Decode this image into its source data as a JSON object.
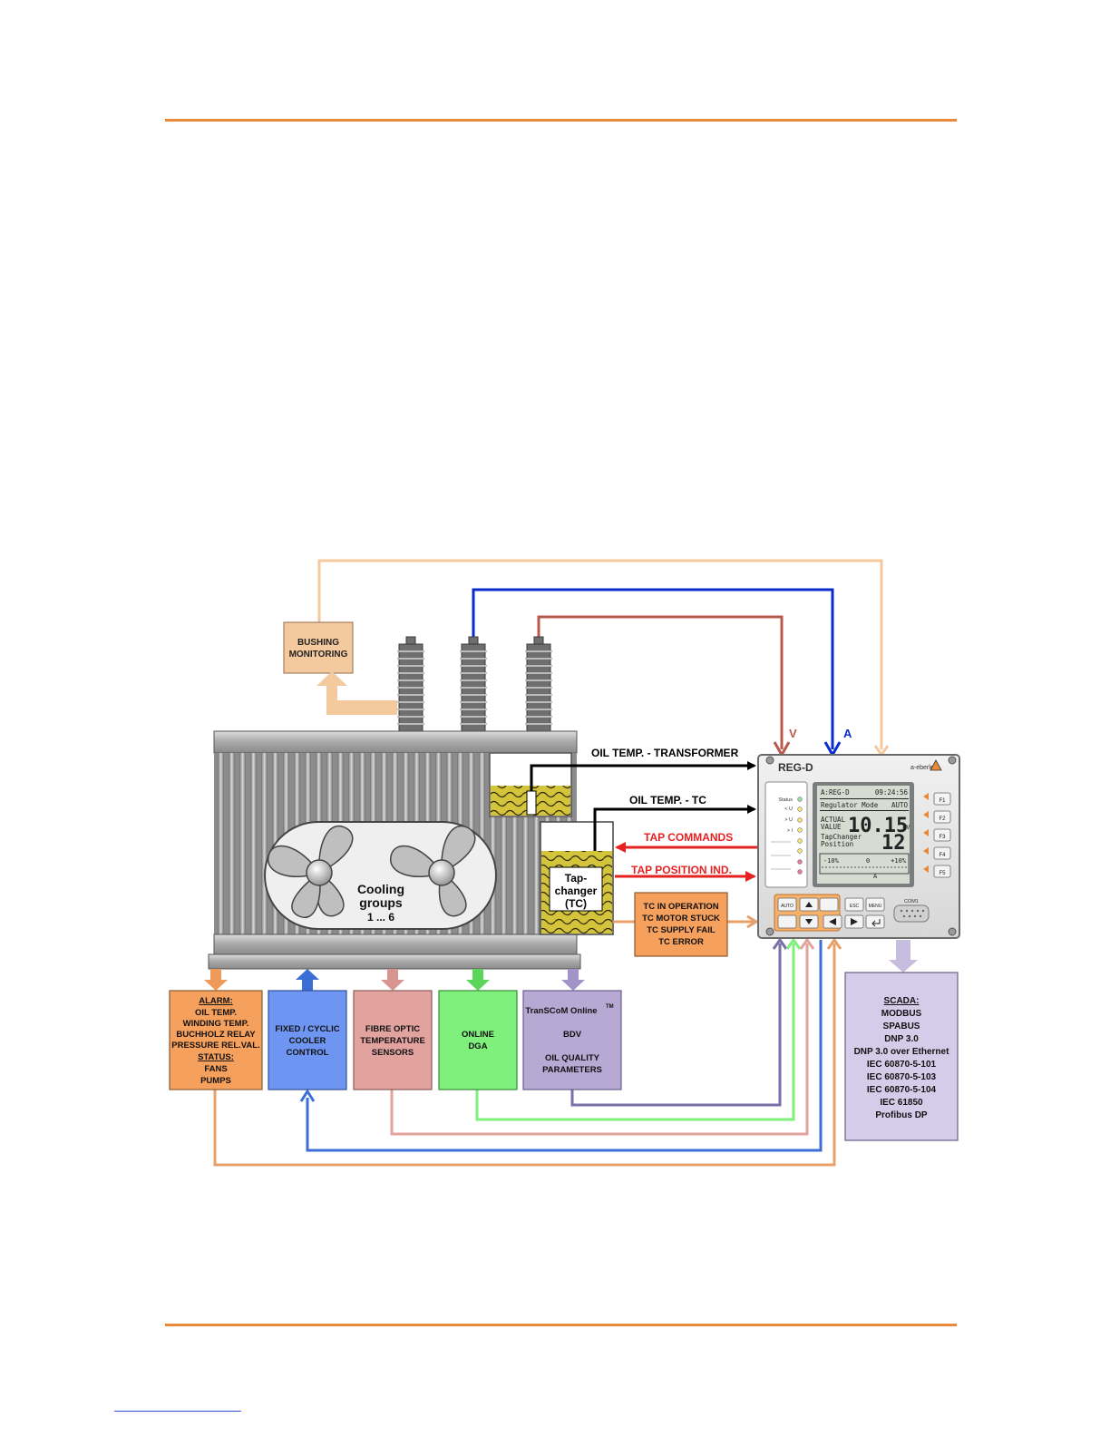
{
  "diagram": {
    "bushing": {
      "line1": "BUSHING",
      "line2": "MONITORING"
    },
    "signals": {
      "oil_temp_transformer": "OIL TEMP. - TRANSFORMER",
      "oil_temp_tc": "OIL TEMP. - TC",
      "tap_commands": "TAP COMMANDS",
      "tap_position": "TAP POSITION IND.",
      "v": "V",
      "a": "A"
    },
    "cooling": {
      "line1": "Cooling",
      "line2": "groups",
      "line3": "1 ... 6"
    },
    "tapchanger": {
      "line1": "Tap-",
      "line2": "changer",
      "line3": "(TC)"
    },
    "tc_status": [
      "TC IN OPERATION",
      "TC MOTOR STUCK",
      "TC SUPPLY FAIL",
      "TC ERROR"
    ],
    "device": {
      "name": "REG-D",
      "brand": "a-eberle",
      "status_labels": [
        "Status",
        "< U",
        "> U",
        "> I"
      ],
      "lcd": {
        "line1_left": "A:REG-D",
        "line1_right": "09:24:56",
        "line2_left": "Regulator Mode",
        "line2_right": "AUTO",
        "actual1": "ACTUAL",
        "actual2": "VALUE",
        "big_value": "10.15",
        "unit": "kV",
        "tc1": "TapChanger",
        "tc2": "Position",
        "position": "12",
        "scale_left": "-10%",
        "scale_mid": "0",
        "scale_right": "+10%",
        "scale_unit": "A"
      },
      "fkeys": [
        "F1",
        "F2",
        "F3",
        "F4",
        "F5"
      ],
      "buttons": {
        "auto": "AUTO",
        "esc": "ESC",
        "menu": "MENU",
        "com": "COM1"
      }
    },
    "boxes": {
      "alarm": {
        "heading": "ALARM:",
        "lines": [
          "OIL TEMP.",
          "WINDING TEMP.",
          "BUCHHOLZ RELAY",
          "PRESSURE REL.VAL."
        ],
        "status_heading": "STATUS:",
        "status_lines": [
          "FANS",
          "PUMPS"
        ]
      },
      "cooler": [
        "FIXED / CYCLIC",
        "COOLER",
        "CONTROL"
      ],
      "fibre": [
        "FIBRE OPTIC",
        "TEMPERATURE",
        "SENSORS"
      ],
      "dga": [
        "ONLINE",
        "DGA"
      ],
      "transcom": {
        "title": "TranSCoM Online",
        "tm": "TM",
        "lines": [
          "BDV",
          "OIL QUALITY",
          "PARAMETERS"
        ]
      },
      "scada": {
        "heading": "SCADA:",
        "lines": [
          "MODBUS",
          "SPABUS",
          "DNP 3.0",
          "DNP 3.0 over Ethernet",
          "IEC 60870-5-101",
          "IEC 60870-5-103",
          "IEC 60870-5-104",
          "IEC 61850",
          "Profibus DP"
        ]
      }
    },
    "colors": {
      "accent_rule": "#e8893a",
      "bushing_box": "#f5c99e",
      "alarm_box": "#f6a05d",
      "cooler_box": "#6d95f1",
      "fibre_box": "#e2a39f",
      "dga_box": "#7ef07b",
      "transcom_box": "#b8a8d4",
      "scada_box": "#d4cce8",
      "tc_status_box": "#f6a05d",
      "voltage_line": "#b9584d",
      "current_line": "#0a2ccf",
      "command_line": "#e52222"
    }
  }
}
